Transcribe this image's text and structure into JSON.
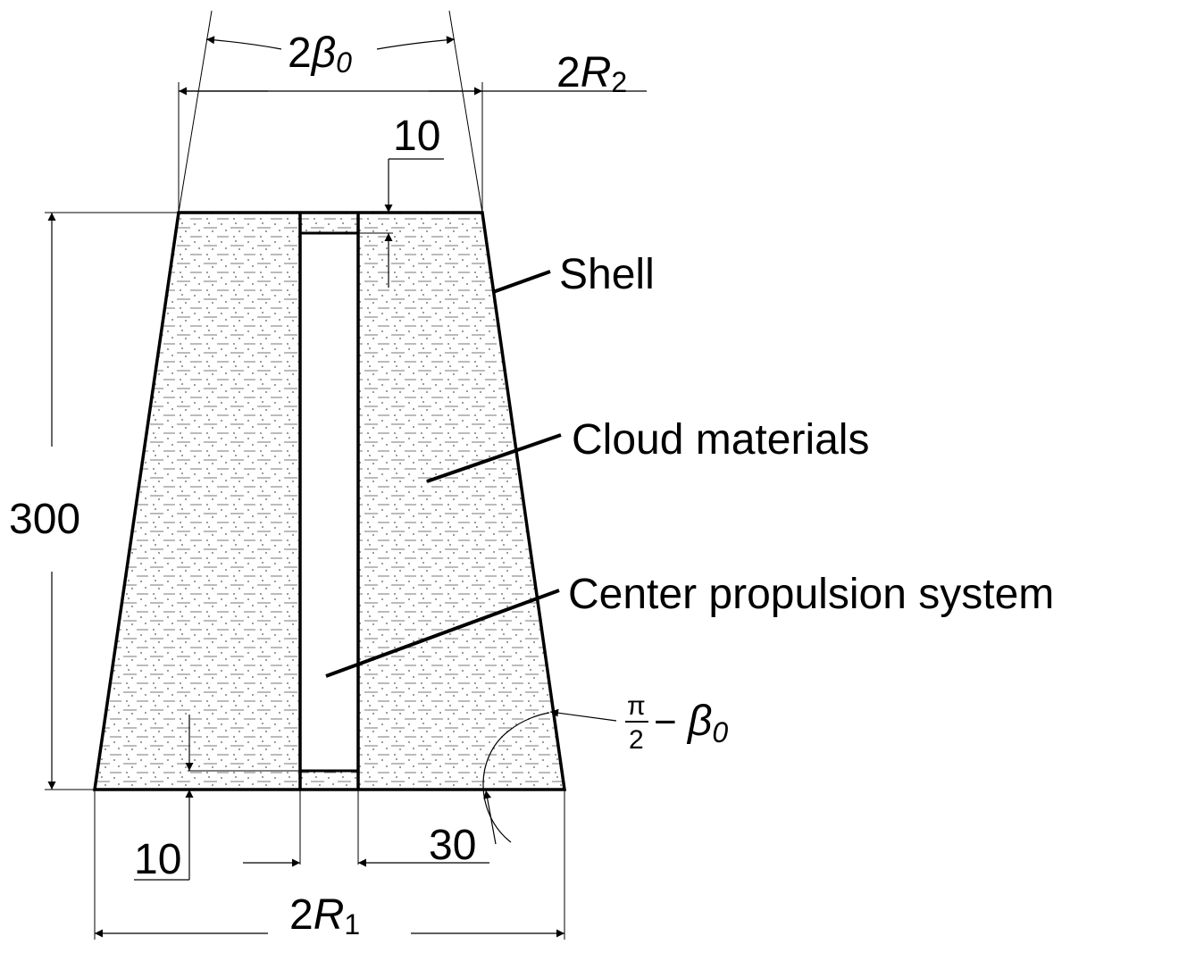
{
  "labels": {
    "angle_top": {
      "coef": "2",
      "sym": "β",
      "sub": "0"
    },
    "top_width": {
      "coef": "2",
      "sym": "R",
      "sub": "2"
    },
    "bottom_width": {
      "coef": "2",
      "sym": "R",
      "sub": "1"
    },
    "height": "300",
    "wall_top": "10",
    "wall_bottom": "10",
    "inner_width": "30",
    "shell": "Shell",
    "cloud": "Cloud materials",
    "center": "Center propulsion system",
    "angle_side": {
      "num": "π",
      "den": "2",
      "minus": "−",
      "sym": "β",
      "sub": "0"
    }
  }
}
